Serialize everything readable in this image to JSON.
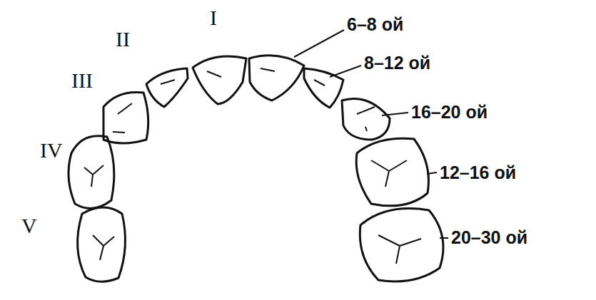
{
  "diagram": {
    "labels": [
      "I",
      "II",
      "III",
      "IV",
      "V",
      "6–8 ой",
      "8–12 ой",
      "16–20 ой",
      "12–16 ой",
      "20–30 ой"
    ]
  }
}
